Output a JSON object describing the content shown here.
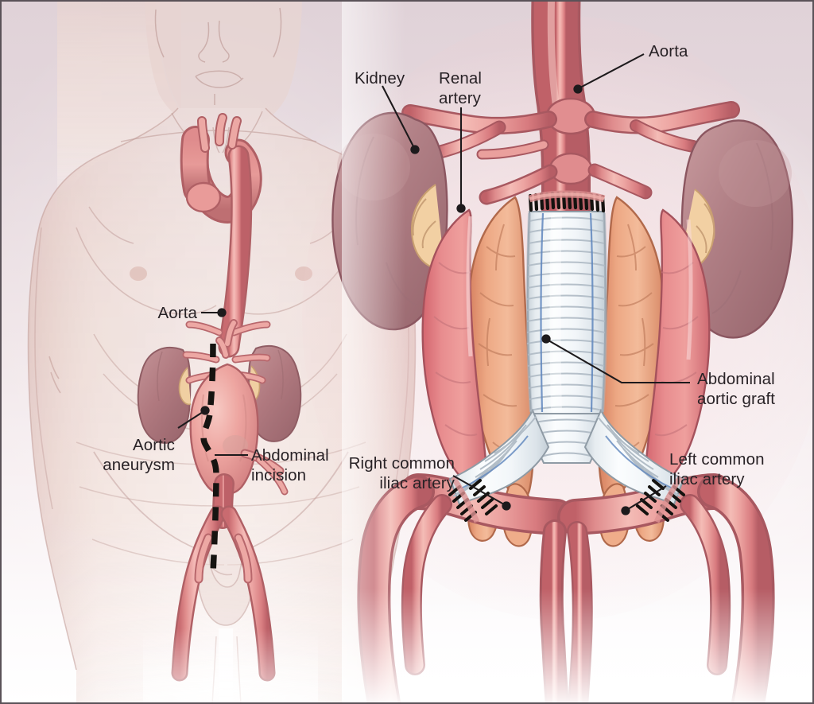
{
  "figure": {
    "title": "Open surgical repair of an abdominal aortic aneurysm",
    "panels": [
      {
        "id": "panel-left",
        "name": "Anterior view of torso showing abdominal aortic aneurysm and planned incision"
      },
      {
        "id": "panel-right",
        "name": "Close-up view of completed abdominal aortic graft repair"
      }
    ]
  },
  "labels": {
    "left_panel": [
      {
        "key": "aorta",
        "text": "Aorta",
        "align": "right"
      },
      {
        "key": "aortic_aneurysm",
        "text": "Aortic\naneurysm",
        "align": "right"
      },
      {
        "key": "abdominal_incision",
        "text": "Abdominal\nincision",
        "align": "left"
      }
    ],
    "right_panel": [
      {
        "key": "kidney",
        "text": "Kidney",
        "align": "left"
      },
      {
        "key": "renal_artery",
        "text": "Renal\nartery",
        "align": "left"
      },
      {
        "key": "aorta_right",
        "text": "Aorta",
        "align": "left"
      },
      {
        "key": "abdominal_aortic_graft",
        "text": "Abdominal\naortic graft",
        "align": "left"
      },
      {
        "key": "right_common_iliac",
        "text": "Right common\niliac artery",
        "align": "right"
      },
      {
        "key": "left_common_iliac",
        "text": "Left common\niliac artery",
        "align": "left"
      }
    ]
  },
  "colors": {
    "background_top": "#e0d2d8",
    "background_bottom": "#ffffff",
    "border": "#5a5258",
    "label_text": "#282226",
    "leader_line": "#1d1a1c",
    "skin_light": "#efdcd7",
    "skin_shadow": "#d8b8b2",
    "skin_outline": "#b08b85",
    "artery_light": "#f0a6a6",
    "artery_mid": "#e2807f",
    "artery_dark": "#c96a6c",
    "artery_outline": "#9e5256",
    "kidney": "#b58084",
    "kidney_dark": "#9c6a70",
    "hilar_fat": "#f0cfa2",
    "aneurysm_sac_outer": "#e1757c",
    "aneurysm_sac_inner": "#e8936f",
    "graft_white": "#f2f5f7",
    "graft_rib": "#b9c4cd",
    "graft_blue_line": "#5f86bd",
    "suture_black": "#14120f",
    "incision_dash": "#14120f"
  },
  "graphic_elements": {
    "left_panel": {
      "torso": "semi-transparent male torso, anterior view, head partially cropped at top",
      "aorta_path": "thoracic aorta arch descending to abdominal aorta",
      "aneurysm": "fusiform dilation of infrarenal abdominal aorta",
      "kidneys": 2,
      "incision": "vertical dashed midline laparotomy line curving around umbilicus"
    },
    "right_panel": {
      "aorta": "proximal infrarenal aorta with renal artery branches",
      "kidneys": 2,
      "graft": "corrugated bifurcated Dacron tube graft",
      "anastomoses": [
        "proximal aortic",
        "right iliac",
        "left iliac"
      ],
      "suture_count_proximal": 13,
      "aneurysm_sac": "opened aneurysm wall retracted laterally on both sides"
    }
  }
}
